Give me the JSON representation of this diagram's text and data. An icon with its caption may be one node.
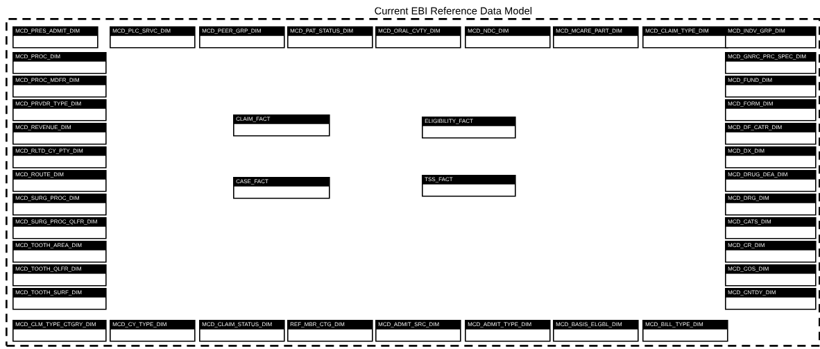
{
  "diagram": {
    "nodes": [
      {
        "text": [
          "Current EBI Reference Data Model"
        ]
      },
      {
        "text": [
          "MCD_PRES_ADMIT_DIM"
        ],
        "in": 0
      },
      {
        "text": [
          "MCD_PLC_SRVC_DIM"
        ],
        "in": 0
      },
      {
        "text": [
          "MCD_PEER_GRP_DIM"
        ],
        "in": 0
      },
      {
        "text": [
          "MCD_PAT_STATUS_DIM"
        ],
        "in": 0
      },
      {
        "text": [
          "MCD_ORAL_CVTY_DIM"
        ],
        "in": 0
      },
      {
        "text": [
          "MCD_NDC_DIM"
        ],
        "in": 0
      },
      {
        "text": [
          "MCD_MCARE_PART_DIM"
        ],
        "in": 0
      },
      {
        "text": [
          "MCD_CLAIM_TYPE_DIM"
        ],
        "in": 0
      },
      {
        "text": [
          "MCD_INDV_GRP_DIM"
        ],
        "in": 0
      },
      {
        "text": [
          "MCD_PROC_DIM"
        ],
        "in": 0
      },
      {
        "text": [
          "MCD_GNRC_PRC_SPEC_DIM"
        ],
        "in": 0
      },
      {
        "text": [
          "MCD_PROC_MDFR_DIM"
        ],
        "in": 0
      },
      {
        "text": [
          "MCD_FUND_DIM"
        ],
        "in": 0
      },
      {
        "text": [
          "MCD_PRVDR_TYPE_DIM"
        ],
        "in": 0
      },
      {
        "text": [
          "MCD_FORM_DIM"
        ],
        "in": 0
      },
      {
        "text": [
          "CLAIM_FACT"
        ],
        "in": 0
      },
      {
        "text": [
          "ELIGIBILITY_FACT"
        ],
        "in": 0
      },
      {
        "text": [
          "MCD_REVENUE_DIM"
        ],
        "in": 0
      },
      {
        "text": [
          "MCD_DF_CATR_DIM"
        ],
        "in": 0
      },
      {
        "text": [
          "MCD_RLTD_CY_PTY_DIM"
        ],
        "in": 0
      },
      {
        "text": [
          "MCD_DX_DIM"
        ],
        "in": 0
      },
      {
        "text": [
          "MCD_ROUTE_DIM"
        ],
        "in": 0
      },
      {
        "text": [
          "CASE_FACT"
        ],
        "in": 0
      },
      {
        "text": [
          "TSS_FACT"
        ],
        "in": 0
      },
      {
        "text": [
          "MCD_DRUG_DEA_DIM"
        ],
        "in": 0
      },
      {
        "text": [
          "MCD_SURG_PROC_DIM"
        ],
        "in": 0
      },
      {
        "text": [
          "MCD_DRG_DIM"
        ],
        "in": 0
      },
      {
        "text": [
          "MCD_SURG_PROC_QLFR_DIM"
        ],
        "in": 0
      },
      {
        "text": [
          "MCD_CATS_DIM"
        ],
        "in": 0
      },
      {
        "text": [
          "MCD_TOOTH_AREA_DIM"
        ],
        "in": 0
      },
      {
        "text": [
          "MCD_CR_DIM"
        ],
        "in": 0
      },
      {
        "text": [
          "MCD_TOOTH_QLFR_DIM"
        ],
        "in": 0
      },
      {
        "text": [
          "MCD_COS_DIM"
        ],
        "in": 0
      },
      {
        "text": [
          "MCD_TOOTH_SURF_DIM"
        ],
        "in": 0
      },
      {
        "text": [
          "MCD_CNTDY_DIM"
        ],
        "in": 0
      },
      {
        "text": [
          "MCD_CLM_TYPE_CTGRY_DIM"
        ],
        "in": 0
      },
      {
        "text": [
          "MCD_CY_TYPE_DIM"
        ],
        "in": 0
      },
      {
        "text": [
          "MCD_CLAIM_STATUS_DIM"
        ],
        "in": 0
      },
      {
        "text": [
          "REF_MBR_CTG_DIM"
        ],
        "in": 0
      },
      {
        "text": [
          "MCD_ADMIT_SRC_DIM"
        ],
        "in": 0
      },
      {
        "text": [
          "MCD_ADMIT_TYPE_DIM"
        ],
        "in": 0
      },
      {
        "text": [
          "MCD_BASIS_ELGBL_DIM"
        ],
        "in": 0
      },
      {
        "text": [
          "MCD_BILL_TYPE_DIM"
        ],
        "in": 0
      }
    ]
  }
}
